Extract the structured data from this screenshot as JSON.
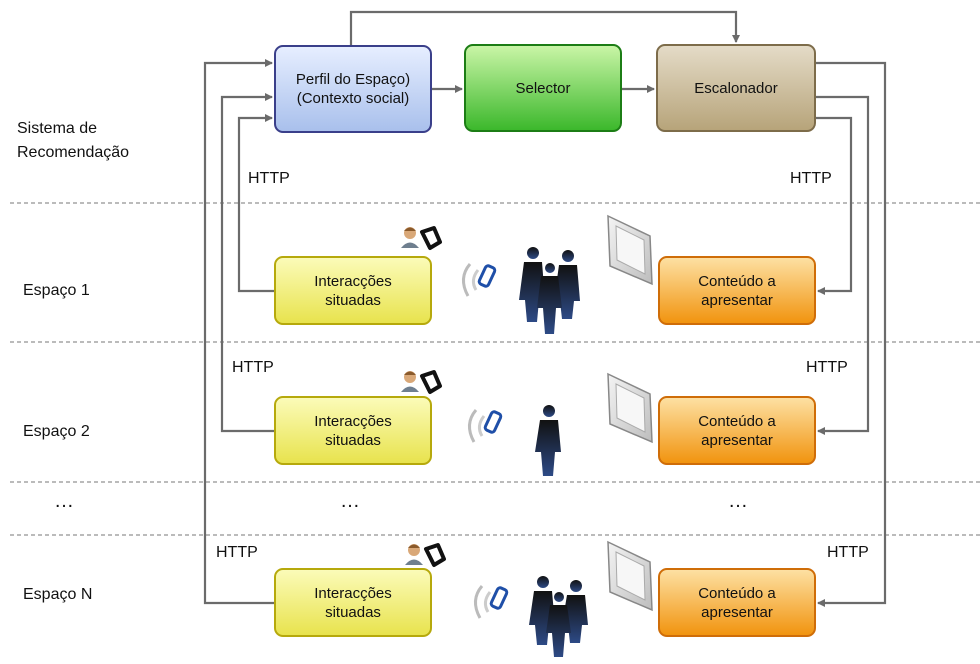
{
  "left_labels": {
    "system_line1": "Sistema de",
    "system_line2": "Recomendação",
    "space1": "Espaço 1",
    "space2": "Espaço 2",
    "ellipsis": "…",
    "spaceN": "Espaço N"
  },
  "top_boxes": {
    "perfil_line1": "Perfil do Espaço)",
    "perfil_line2": "(Contexto social)",
    "selector": "Selector",
    "escalonador": "Escalonador"
  },
  "http_label": "HTTP",
  "interaction_box": {
    "line1": "Interacções",
    "line2": "situadas"
  },
  "content_box": {
    "line1": "Conteúdo a",
    "line2": "apresentar"
  },
  "ellipsis_row": {
    "left": "…",
    "middle": "…",
    "right": "…"
  },
  "colors": {
    "arrow": "#6b6b6b",
    "divider": "#777777",
    "perfil": "#a9c0ec",
    "selector": "#3cb82c",
    "escalonador": "#b7a47a",
    "interaction": "#e8e34e",
    "content": "#f1940f"
  },
  "icons": [
    "user-with-phone-icon",
    "mobile-signal-icon",
    "people-silhouette-icon",
    "display-screen-icon"
  ]
}
